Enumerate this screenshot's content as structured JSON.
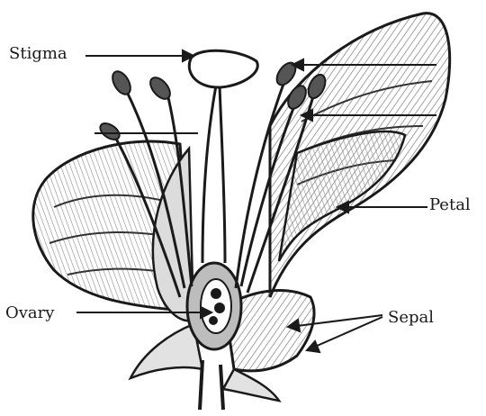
{
  "labels": {
    "stigma": "Stigma",
    "petal": "Petal",
    "ovary": "Ovary",
    "sepal": "Sepal"
  },
  "colors": {
    "ink": "#1a1a1a",
    "shade": "#6e6e6e",
    "paper": "#ffffff"
  }
}
